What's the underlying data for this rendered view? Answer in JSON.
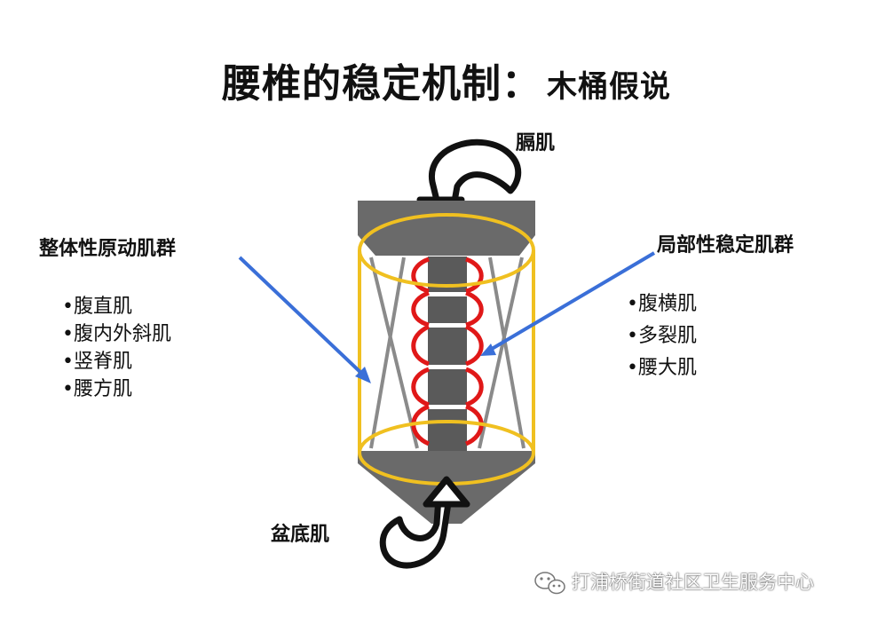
{
  "title": {
    "main": "腰椎的稳定机制：",
    "sub": "木桶假说"
  },
  "labels": {
    "diaphragm": "膈肌",
    "pelvic_floor": "盆底肌",
    "global_group": "整体性原动肌群",
    "local_group": "局部性稳定肌群"
  },
  "global_muscles": [
    "•腹直肌",
    "•腹内外斜肌",
    "•竖脊肌",
    "•腰方肌"
  ],
  "local_muscles": [
    "•腹横肌",
    "•多裂肌",
    "•腰大肌"
  ],
  "watermark": {
    "text": "打浦桥街道社区卫生服务中心",
    "icon": "wechat-icon"
  },
  "colors": {
    "cylinder_outline": "#f0c020",
    "arrow": "#3a6fd8",
    "spring": "#e01818",
    "block": "#666666"
  }
}
